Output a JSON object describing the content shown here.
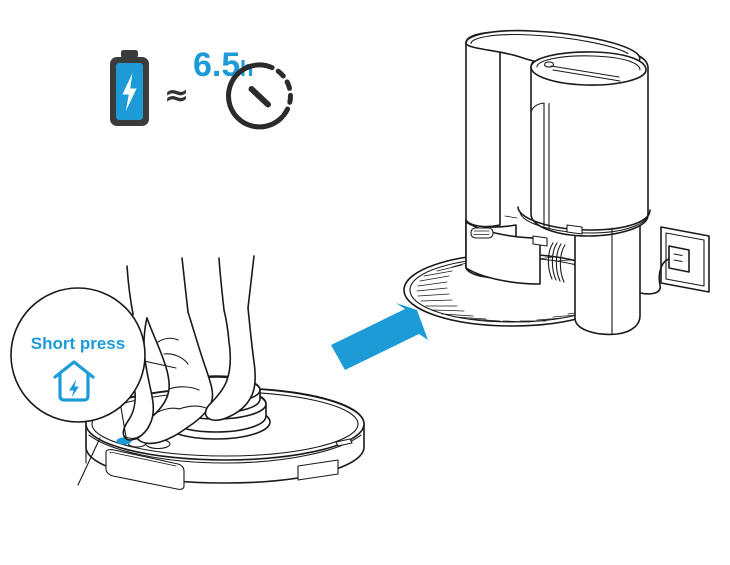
{
  "illustration": {
    "title": "Robot vacuum returns to charging dock",
    "background_color": "#ffffff",
    "line_color": "#1a1a1a",
    "accent_color": "#1d9bd7",
    "battery_body_color": "#3b3b3b"
  },
  "battery_indicator": {
    "icon_name": "battery-charging-icon",
    "body_color": "#3b3b3b",
    "fill_color": "#1d9bd7",
    "bolt_color": "#ffffff"
  },
  "approx_symbol": {
    "label": "≈",
    "color": "#333333"
  },
  "charge_time": {
    "value": "6.5",
    "unit": "h",
    "color": "#1d9bd7"
  },
  "clock": {
    "icon_name": "clock-icon",
    "color": "#2b2b2b"
  },
  "callout": {
    "label": "Short press",
    "label_color": "#1d9bd7",
    "icon_name": "home-charge-icon",
    "icon_color": "#1d9bd7"
  },
  "arrow": {
    "icon_name": "arrow-to-dock-icon",
    "color": "#1d9bd7",
    "direction": "up-right"
  },
  "robot": {
    "name": "robot-vacuum",
    "button_name": "home-button",
    "button_color": "#1d9bd7",
    "turret_name": "lidar-turret"
  },
  "dock": {
    "name": "auto-empty-dock-station",
    "ramp_name": "dock-ramp",
    "plug_name": "power-plug",
    "outlet_name": "wall-outlet"
  },
  "hand": {
    "name": "hand-pressing-button"
  }
}
